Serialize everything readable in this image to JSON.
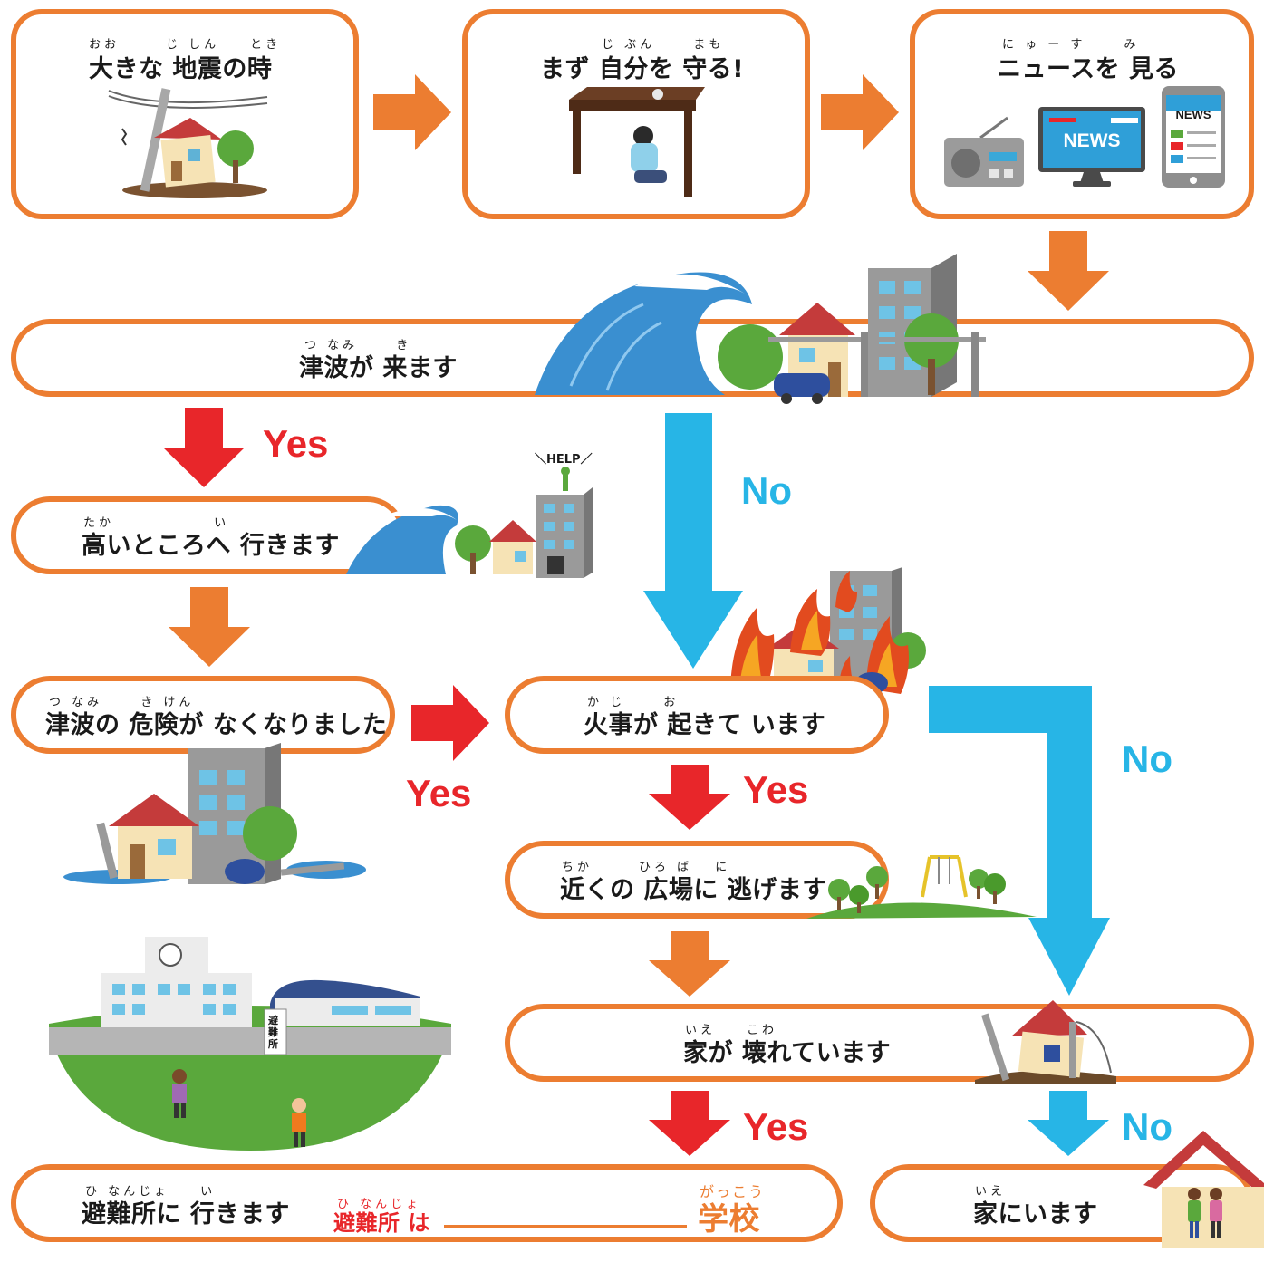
{
  "boxes": {
    "earthquake": {
      "label": "大きな 地震の時",
      "ruby": "おお　　　じ しん　　とき"
    },
    "protect": {
      "label": "まず 自分を 守る!",
      "ruby": "じ ぶん　　 まも"
    },
    "news": {
      "label": "ニュースを 見る",
      "ruby": "に ゅ ー す　　 み"
    },
    "tsunami": {
      "label": "津波が 来ます",
      "ruby": "つ なみ　　 き"
    },
    "high_place": {
      "label": "高いところへ 行きます",
      "ruby": "たか　　　　　　 い"
    },
    "tsunami_safe": {
      "label": "津波の 危険が なくなりました",
      "ruby": "つ なみ　　 き けん"
    },
    "fire": {
      "label": "火事が 起きて います",
      "ruby": "か じ　　 お"
    },
    "plaza": {
      "label": "近くの 広場に 逃げます",
      "ruby": "ちか　　　ひろ ば　 に"
    },
    "house_broken": {
      "label": "家が 壊れています",
      "ruby": "いえ　　こわ"
    },
    "shelter": {
      "label": "避難所に 行きます",
      "ruby": "ひ なんじょ　　い"
    },
    "home": {
      "label": "家にいます",
      "ruby": "いえ"
    }
  },
  "shelter_note": {
    "prefix": "避難所 は",
    "prefix_ruby": "ひ なんじょ",
    "school": "学校",
    "school_ruby": "がっこう"
  },
  "branches": {
    "yes": "Yes",
    "no": "No"
  },
  "illustrations": {
    "help": "＼HELP／",
    "news": "NEWS",
    "shelter_sign": "避難所"
  },
  "colors": {
    "orange": "#ec7d31",
    "red": "#e8262a",
    "blue": "#27b5e6"
  }
}
